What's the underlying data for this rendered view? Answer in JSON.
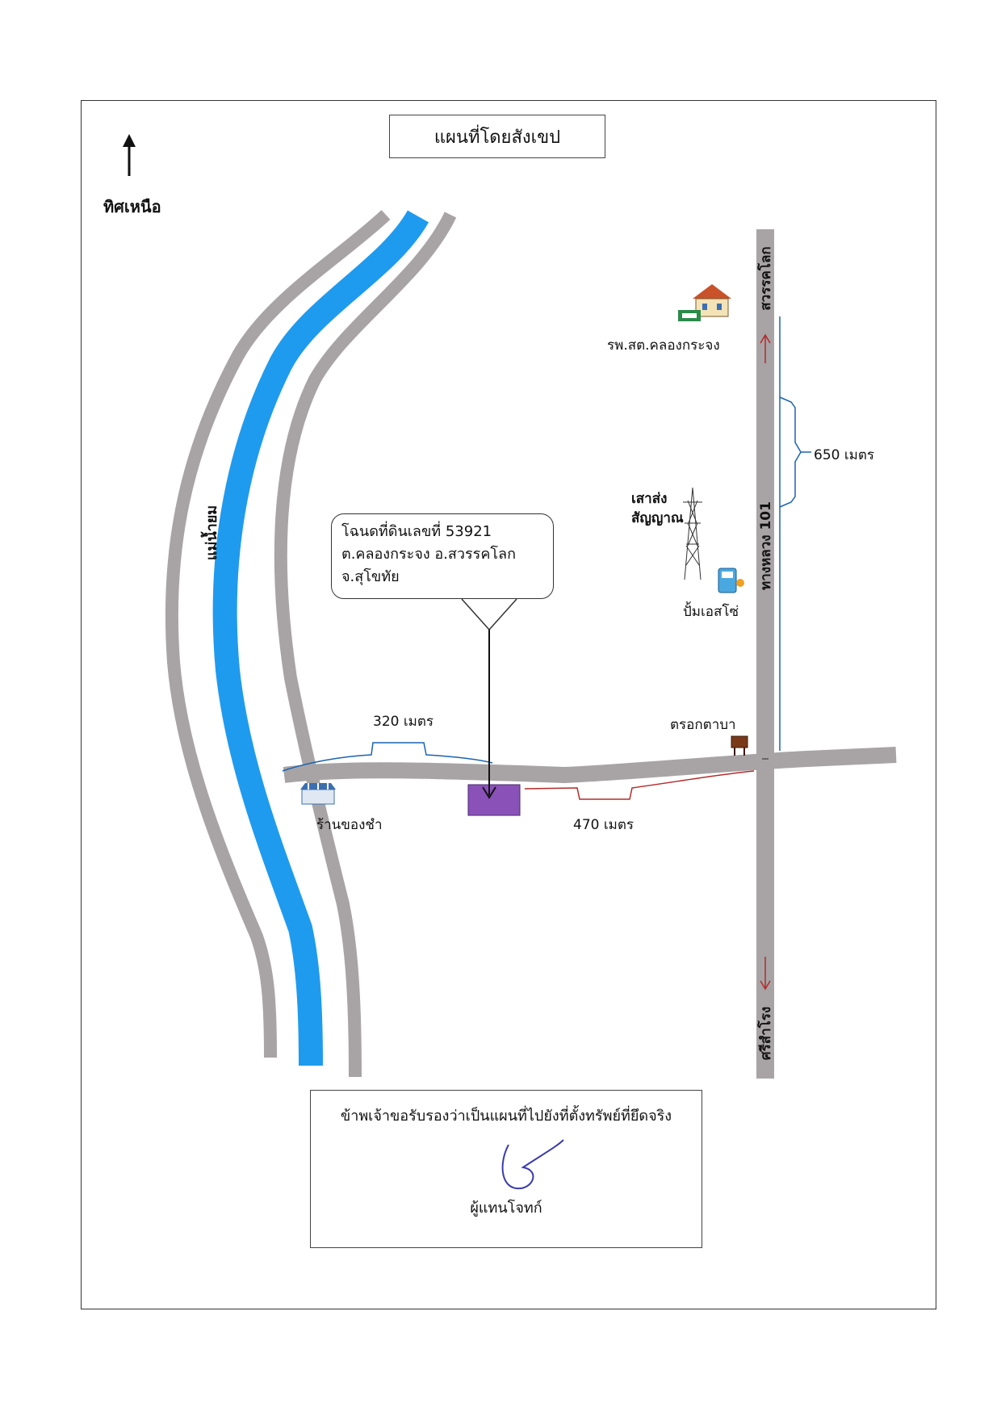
{
  "title": "แผนที่โดยสังเขป",
  "north_label": "ทิศเหนือ",
  "river_label": "แม่น้ำยม",
  "highway": {
    "name": "ทางหลวง 101",
    "to_north": "สวรรคโลก",
    "to_south": "ศรีสำโรง"
  },
  "landmarks": {
    "hospital": "รพ.สต.คลองกระจง",
    "signal_tower": [
      "เสาส่ง",
      "สัญญาณ"
    ],
    "gas_station": "ปั้มเอสโซ่",
    "lane": "ตรอกตาบา",
    "shop": "ร้านของชำ"
  },
  "distances": {
    "north_to_hospital": "650 เมตร",
    "river_to_plot": "320 เมตร",
    "plot_to_highway": "470 เมตร"
  },
  "callout": {
    "line1": "โฉนดที่ดินเลขที่ 53921",
    "line2": "ต.คลองกระจง อ.สวรรคโลก",
    "line3": "จ.สุโขทัย"
  },
  "certification": {
    "text": "ข้าพเจ้าขอรับรองว่าเป็นแผนที่ไปยังที่ตั้งทรัพย์ที่ยึดจริง",
    "signer": "ผู้แทนโจทก์"
  },
  "colors": {
    "road": "#a8a4a6",
    "river": "#1e9bef",
    "plot": "#8a52b8",
    "measure_blue": "#1a63b0",
    "measure_red": "#b52a2a"
  }
}
